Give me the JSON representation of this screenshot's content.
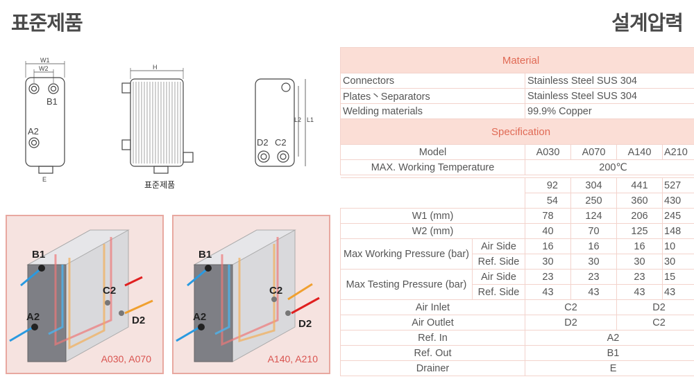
{
  "titles": {
    "left": "표준제품",
    "right": "설계압력"
  },
  "drawing": {
    "caption": "표준제품",
    "labels": {
      "w1": "W1",
      "w2": "W2",
      "b1": "B1",
      "a2": "A2",
      "e": "E",
      "h": "H",
      "l2": "L2",
      "l1": "L1",
      "d2": "D2",
      "c2": "C2"
    }
  },
  "diagrams": [
    {
      "label": "A030, A070",
      "ports": {
        "b1": "B1",
        "a2": "A2",
        "c2": "C2",
        "d2": "D2"
      }
    },
    {
      "label": "A140, A210",
      "ports": {
        "b1": "B1",
        "a2": "A2",
        "c2": "C2",
        "d2": "D2"
      }
    }
  ],
  "table": {
    "material_header": "Material",
    "materials": [
      {
        "name": "Connectors",
        "value": "Stainless Steel SUS 304"
      },
      {
        "name": "Plates丶Separators",
        "value": "Stainless Steel SUS 304"
      },
      {
        "name": "Welding materials",
        "value": "99.9% Copper"
      }
    ],
    "spec_header": "Specification",
    "model_label": "Model",
    "models": [
      "A030",
      "A070",
      "A140",
      "A210"
    ],
    "max_temp_label": "MAX. Working Temperature",
    "max_temp_value": "200℃",
    "partial_rows": [
      [
        "92",
        "304",
        "441",
        "527"
      ],
      [
        "54",
        "250",
        "360",
        "430"
      ]
    ],
    "w1": {
      "label": "W1 (mm)",
      "values": [
        "78",
        "124",
        "206",
        "245"
      ]
    },
    "w2": {
      "label": "W2 (mm)",
      "values": [
        "40",
        "70",
        "125",
        "148"
      ]
    },
    "mwp": {
      "label": "Max Working Pressure (bar)",
      "air_label": "Air Side",
      "air": [
        "16",
        "16",
        "16",
        "10"
      ],
      "ref_label": "Ref. Side",
      "ref": [
        "30",
        "30",
        "30",
        "30"
      ]
    },
    "mtp": {
      "label": "Max Testing Pressure (bar)",
      "air_label": "Air Side",
      "air": [
        "23",
        "23",
        "23",
        "15"
      ],
      "ref_label": "Ref. Side",
      "ref": [
        "43",
        "43",
        "43",
        "43"
      ]
    },
    "air_inlet": {
      "label": "Air Inlet",
      "a": "C2",
      "b": "D2"
    },
    "air_outlet": {
      "label": "Air Outlet",
      "a": "D2",
      "b": "C2"
    },
    "ref_in": {
      "label": "Ref. In",
      "value": "A2"
    },
    "ref_out": {
      "label": "Ref. Out",
      "value": "B1"
    },
    "drainer": {
      "label": "Drainer",
      "value": "E"
    }
  }
}
